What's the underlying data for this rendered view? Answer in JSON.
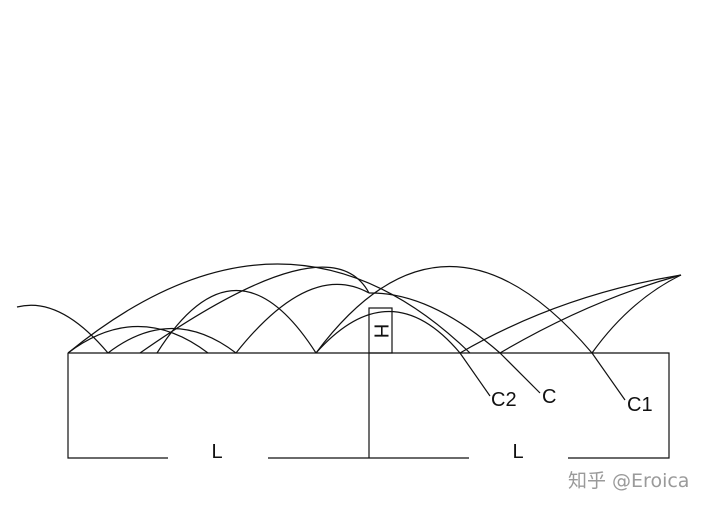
{
  "labels": {
    "height": "H",
    "length_left": "L",
    "length_right": "L",
    "curve_c2": "C2",
    "curve_c": "C",
    "curve_c1": "C1"
  },
  "watermark": "知乎 @Eroica",
  "colors": {
    "line": "#111111",
    "watermark": "#9a9a9a"
  }
}
